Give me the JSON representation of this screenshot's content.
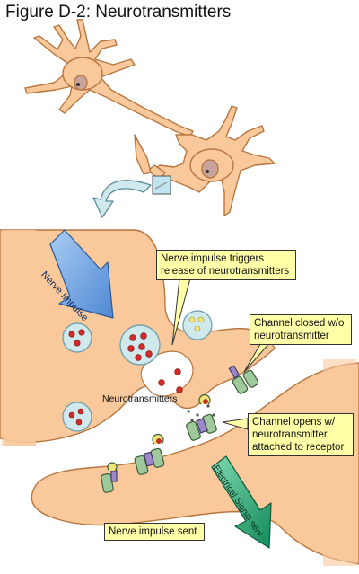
{
  "figure": {
    "title": "Figure D-2: Neurotransmitters"
  },
  "labels": {
    "nerve_impulse_arrow": "Nerve Impulse",
    "neurotransmitters": "Neurotransmitters",
    "electrical_signal_arrow": "Electrical Signal sent"
  },
  "callouts": {
    "release_line1": "Nerve impulse triggers",
    "release_line2": "release of neurotransmitters",
    "closed_line1": "Channel closed w/o",
    "closed_line2": "neurotransmitter",
    "open_line1": "Channel opens w/",
    "open_line2": "neurotransmitter",
    "open_line3": "attached to receptor",
    "sent": "Nerve impulse sent"
  },
  "colors": {
    "neuron_fill": "#f9c89b",
    "neuron_stroke": "#b8763f",
    "nucleus_fill": "#c9a49c",
    "vesicle_fill": "#cfe9ec",
    "transmitter_red": "#d42a2a",
    "transmitter_yellow": "#f1e37a",
    "arrow_blue": "#6ba3e0",
    "arrow_green": "#1a9a6a",
    "callout_fill": "#ffffa8",
    "channel_green": "#9ec99a",
    "channel_purple": "#9a88c8"
  }
}
